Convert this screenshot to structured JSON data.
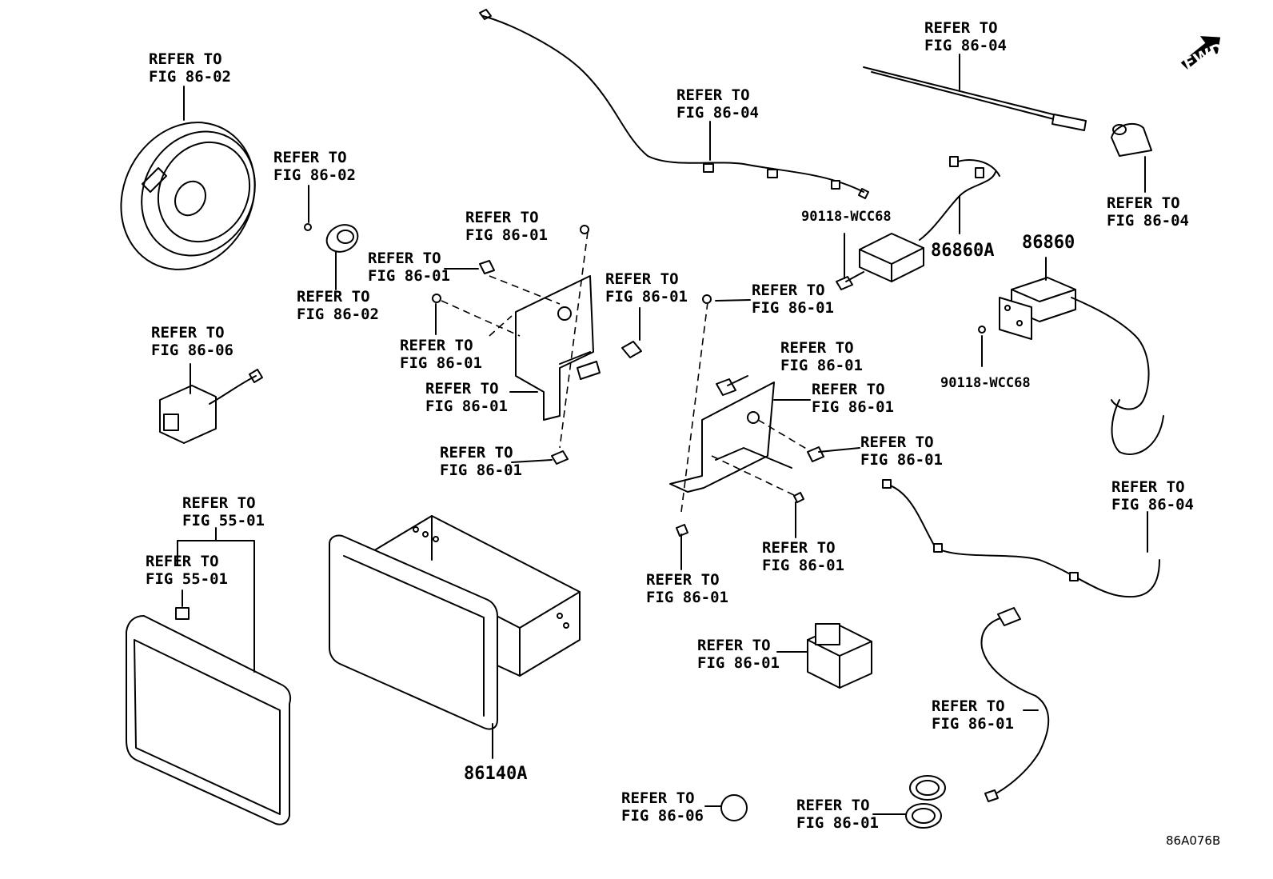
{
  "diagram_code": "86A076B",
  "direction_label": "FWD",
  "callouts": [
    {
      "id": "c1",
      "lines": [
        "REFER TO",
        "FIG 86-02"
      ]
    },
    {
      "id": "c2",
      "lines": [
        "REFER TO",
        "FIG 86-02"
      ]
    },
    {
      "id": "c3",
      "lines": [
        "REFER TO",
        "FIG 86-02"
      ]
    },
    {
      "id": "c4",
      "lines": [
        "REFER TO",
        "FIG 86-04"
      ]
    },
    {
      "id": "c5",
      "lines": [
        "REFER TO",
        "FIG 86-04"
      ]
    },
    {
      "id": "c6",
      "lines": [
        "REFER TO",
        "FIG 86-04"
      ]
    },
    {
      "id": "c7",
      "lines": [
        "REFER TO",
        "FIG 86-01"
      ]
    },
    {
      "id": "c8",
      "lines": [
        "REFER TO",
        "FIG 86-01"
      ]
    },
    {
      "id": "c9",
      "lines": [
        "REFER TO",
        "FIG 86-01"
      ]
    },
    {
      "id": "c10",
      "lines": [
        "REFER TO",
        "FIG 86-01"
      ]
    },
    {
      "id": "c11",
      "lines": [
        "REFER TO",
        "FIG 86-01"
      ]
    },
    {
      "id": "c12",
      "lines": [
        "REFER TO",
        "FIG 86-01"
      ]
    },
    {
      "id": "c13",
      "lines": [
        "REFER TO",
        "FIG 86-06"
      ]
    },
    {
      "id": "c14",
      "lines": [
        "REFER TO",
        "FIG 86-01"
      ]
    },
    {
      "id": "c15",
      "lines": [
        "REFER TO",
        "FIG 86-01"
      ]
    },
    {
      "id": "c16",
      "lines": [
        "REFER TO",
        "FIG 86-01"
      ]
    },
    {
      "id": "c17",
      "lines": [
        "REFER TO",
        "FIG 86-01"
      ]
    },
    {
      "id": "c18",
      "lines": [
        "REFER TO",
        "FIG 86-01"
      ]
    },
    {
      "id": "c19",
      "lines": [
        "REFER TO",
        "FIG 86-01"
      ]
    },
    {
      "id": "c20",
      "lines": [
        "REFER TO",
        "FIG 86-04"
      ]
    },
    {
      "id": "c21",
      "lines": [
        "REFER TO",
        "FIG 55-01"
      ]
    },
    {
      "id": "c22",
      "lines": [
        "REFER TO",
        "FIG 55-01"
      ]
    },
    {
      "id": "c23",
      "lines": [
        "REFER TO",
        "FIG 86-01"
      ]
    },
    {
      "id": "c24",
      "lines": [
        "REFER TO",
        "FIG 86-01"
      ]
    },
    {
      "id": "c25",
      "lines": [
        "REFER TO",
        "FIG 86-06"
      ]
    },
    {
      "id": "c26",
      "lines": [
        "REFER TO",
        "FIG 86-01"
      ]
    }
  ],
  "part_numbers": {
    "p_86860A": "86860A",
    "p_86860": "86860",
    "p_86140A": "86140A",
    "bolt_1": "90118-WCC68",
    "bolt_2": "90118-WCC68"
  }
}
